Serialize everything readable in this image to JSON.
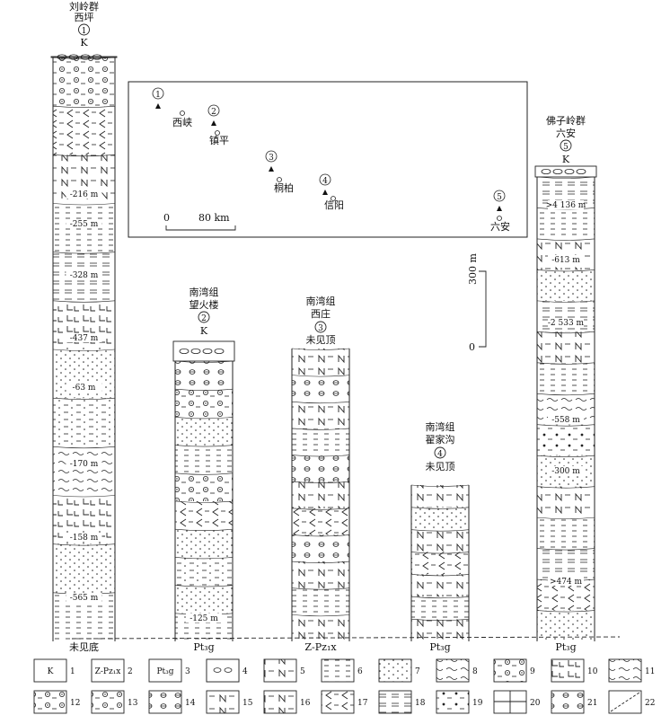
{
  "columns": [
    {
      "group": "刘岭群",
      "place": "西坪",
      "num": "1",
      "top": "K",
      "bottom": "未见底",
      "thicknesses": [
        "-216 m",
        "-255 m",
        "-328 m",
        "-437 m",
        "-63 m",
        "-170 m",
        "-158 m",
        "-565 m"
      ]
    },
    {
      "group": "南湾组",
      "place": "望火楼",
      "num": "2",
      "top": "K",
      "bottom": "Pt₃g",
      "thicknesses": [
        "-125 m"
      ]
    },
    {
      "group": "南湾组",
      "place": "西庄",
      "num": "3",
      "top": "未见顶",
      "bottom": "Z-Pz₁x",
      "thicknesses": []
    },
    {
      "group": "南湾组",
      "place": "翟家沟",
      "num": "4",
      "top": "未见顶",
      "bottom": "Pt₃g",
      "thicknesses": []
    },
    {
      "group": "佛子岭群",
      "place": "六安",
      "num": "5",
      "top": "K",
      "bottom": "Pt₃g",
      "thicknesses": [
        ">4 136 m",
        "-613 m",
        "-2 533 m",
        "-558 m",
        "-300 m",
        ">474 m"
      ]
    }
  ],
  "map": {
    "scale_zero": "0",
    "scale_label": "80 km",
    "sites": [
      {
        "num": "1",
        "name": "西峡"
      },
      {
        "num": "2",
        "name": "镇平"
      },
      {
        "num": "3",
        "name": "桐柏"
      },
      {
        "num": "4",
        "name": "信阳"
      },
      {
        "num": "5",
        "name": "六安"
      }
    ]
  },
  "vertical_scale": {
    "top": "300 m",
    "bottom": "0"
  },
  "legend": [
    {
      "n": "1",
      "sym": "K"
    },
    {
      "n": "2",
      "sym": "Z-Pz₁x"
    },
    {
      "n": "3",
      "sym": "Pt₃g"
    },
    {
      "n": "4",
      "sym": ""
    },
    {
      "n": "5",
      "sym": ""
    },
    {
      "n": "6",
      "sym": ""
    },
    {
      "n": "7",
      "sym": ""
    },
    {
      "n": "8",
      "sym": ""
    },
    {
      "n": "9",
      "sym": ""
    },
    {
      "n": "10",
      "sym": ""
    },
    {
      "n": "11",
      "sym": ""
    },
    {
      "n": "12",
      "sym": ""
    },
    {
      "n": "13",
      "sym": ""
    },
    {
      "n": "14",
      "sym": ""
    },
    {
      "n": "15",
      "sym": ""
    },
    {
      "n": "16",
      "sym": ""
    },
    {
      "n": "17",
      "sym": ""
    },
    {
      "n": "18",
      "sym": ""
    },
    {
      "n": "19",
      "sym": ""
    },
    {
      "n": "20",
      "sym": ""
    },
    {
      "n": "21",
      "sym": ""
    },
    {
      "n": "22",
      "sym": ""
    }
  ]
}
